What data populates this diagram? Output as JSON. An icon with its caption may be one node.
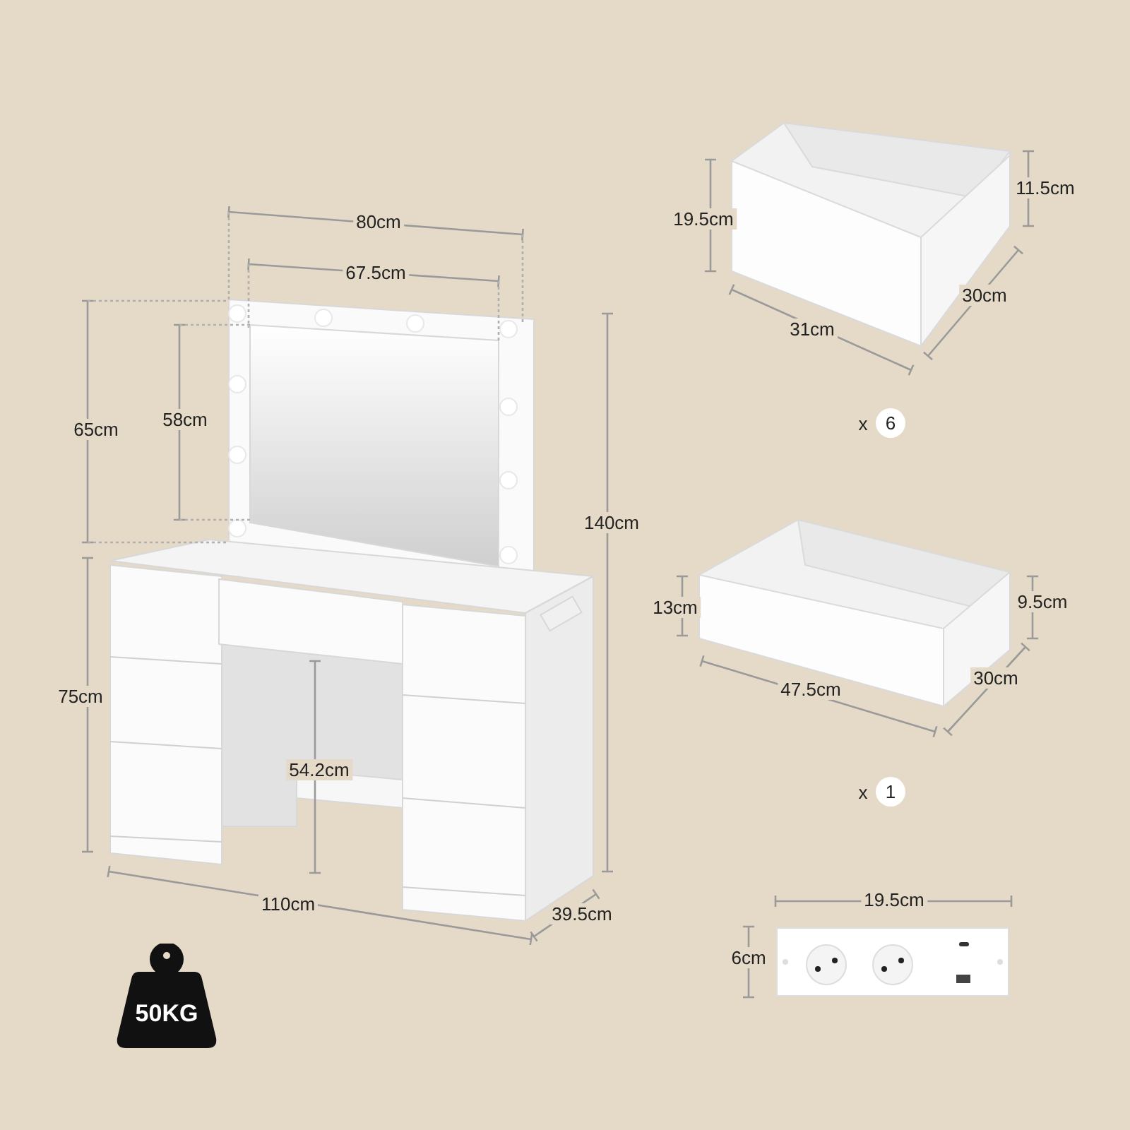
{
  "diagram": {
    "nodes": [
      {
        "text": [
          "50KG"
        ]
      },
      {
        "text": [
          "6"
        ],
        "beside": [
          "x"
        ]
      },
      {
        "text": [
          "1"
        ],
        "beside": [
          "x"
        ]
      }
    ],
    "labels": [
      "80cm",
      "67.5cm",
      "65cm",
      "58cm",
      "140cm",
      "75cm",
      "54.2cm",
      "110cm",
      "39.5cm",
      "19.5cm",
      "11.5cm",
      "30cm",
      "31cm",
      "13cm",
      "9.5cm",
      "30cm",
      "47.5cm",
      "19.5cm",
      "6cm"
    ]
  }
}
